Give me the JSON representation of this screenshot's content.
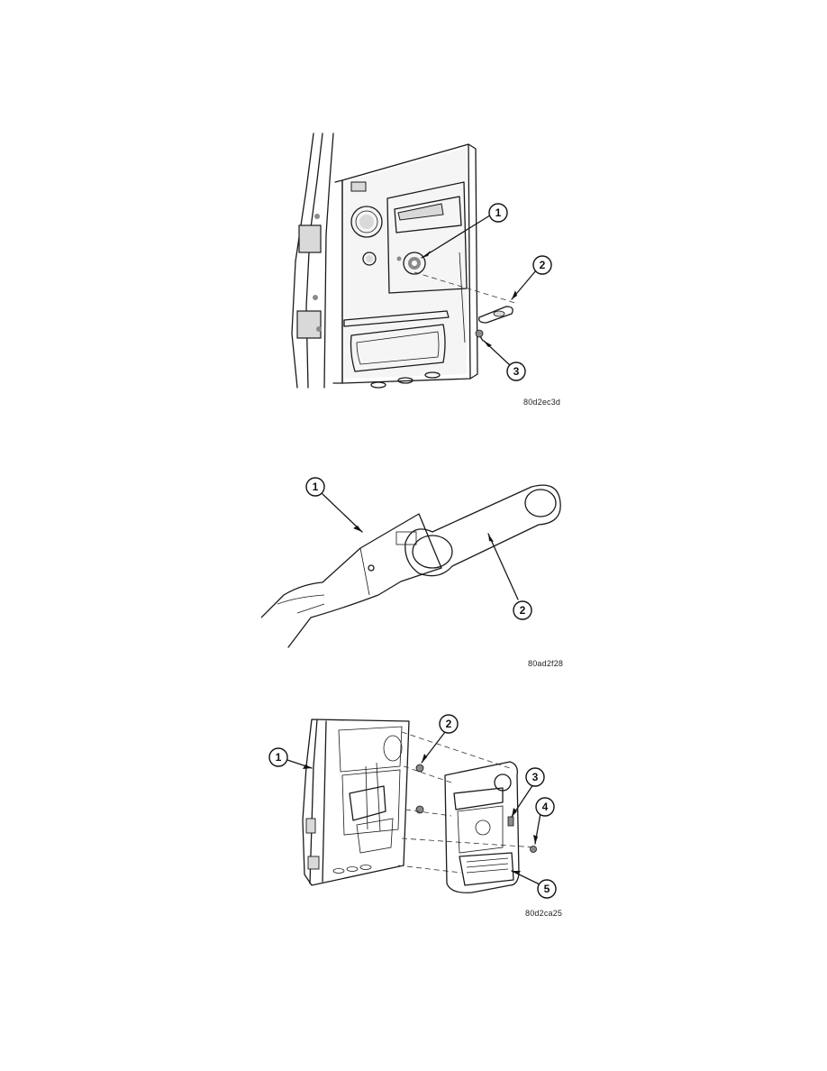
{
  "figures": [
    {
      "code": "80d2ec3d",
      "callouts": [
        "1",
        "2",
        "3"
      ]
    },
    {
      "code": "80ad2f28",
      "callouts": [
        "1",
        "2"
      ]
    },
    {
      "code": "80d2ca25",
      "callouts": [
        "1",
        "2",
        "3",
        "4",
        "5"
      ]
    }
  ]
}
